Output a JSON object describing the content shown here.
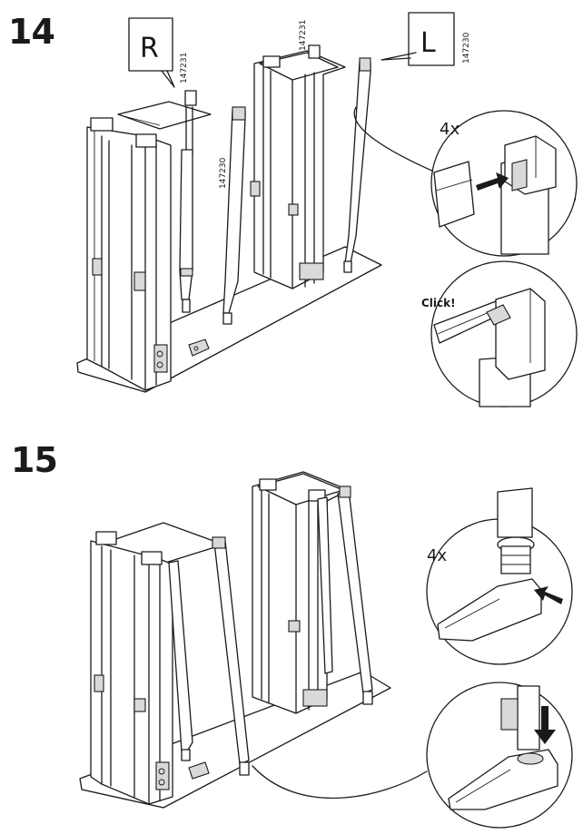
{
  "steps": [
    {
      "number": "14",
      "side_labels": {
        "right": "R",
        "left": "L"
      },
      "part_numbers": {
        "top_right_shelf": "147231",
        "left_leg": "147230",
        "middle_top": "147231",
        "right_leg": "147230",
        "detail_leg": "147230"
      },
      "detail_count": "4x",
      "click_text": "Click!"
    },
    {
      "number": "15",
      "detail_count": "4x"
    }
  ]
}
